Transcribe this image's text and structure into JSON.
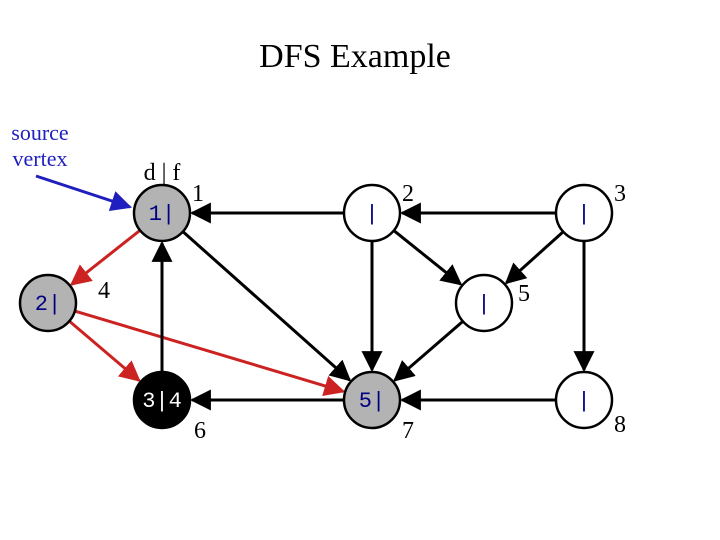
{
  "title": "DFS Example",
  "source_label": {
    "line1": "source",
    "line2": "vertex",
    "color": "#1f1fbf"
  },
  "df_label": "d | f",
  "colors": {
    "white": "#ffffff",
    "gray": "#b3b3b3",
    "black": "#000000",
    "tree_edge": "#cc2222",
    "edge": "#000000",
    "source_arrow": "#1f1fbf",
    "text_dark": "#000080",
    "text_light": "#ffffff"
  },
  "nodes": [
    {
      "id": "v1",
      "text": "1|",
      "state": "gray",
      "number": "1"
    },
    {
      "id": "v2",
      "text": "|",
      "state": "white",
      "number": "2"
    },
    {
      "id": "v3",
      "text": "|",
      "state": "white",
      "number": "3"
    },
    {
      "id": "v4",
      "text": "2|",
      "state": "gray",
      "number": "4"
    },
    {
      "id": "v5",
      "text": "|",
      "state": "white",
      "number": "5"
    },
    {
      "id": "v6",
      "text": "3|4",
      "state": "black",
      "number": "6"
    },
    {
      "id": "v7",
      "text": "5|",
      "state": "gray",
      "number": "7"
    },
    {
      "id": "v8",
      "text": "|",
      "state": "white",
      "number": "8"
    }
  ],
  "edges": [
    {
      "from": "v2",
      "to": "v1",
      "tree": false
    },
    {
      "from": "v3",
      "to": "v2",
      "tree": false
    },
    {
      "from": "v1",
      "to": "v4",
      "tree": true
    },
    {
      "from": "v1",
      "to": "v7",
      "tree": false
    },
    {
      "from": "v2",
      "to": "v7",
      "tree": false
    },
    {
      "from": "v2",
      "to": "v5",
      "tree": false
    },
    {
      "from": "v3",
      "to": "v5",
      "tree": false
    },
    {
      "from": "v3",
      "to": "v8",
      "tree": false
    },
    {
      "from": "v4",
      "to": "v6",
      "tree": true
    },
    {
      "from": "v4",
      "to": "v7",
      "tree": true
    },
    {
      "from": "v5",
      "to": "v7",
      "tree": false
    },
    {
      "from": "v6",
      "to": "v1",
      "tree": false
    },
    {
      "from": "v7",
      "to": "v6",
      "tree": false
    },
    {
      "from": "v8",
      "to": "v7",
      "tree": false
    }
  ]
}
